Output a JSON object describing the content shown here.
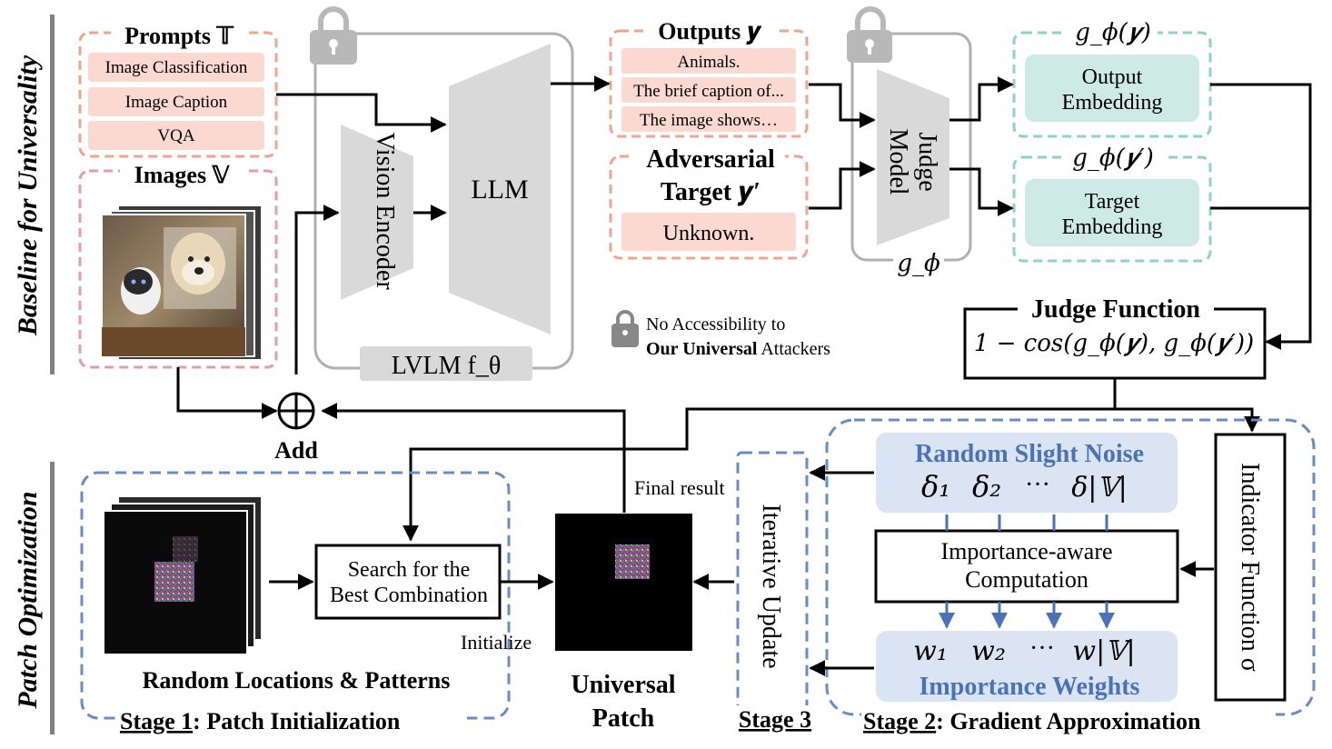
{
  "side_labels": {
    "top": "Baseline for Universality",
    "bottom": "Patch Optimization"
  },
  "prompts": {
    "title": "Prompts 𝕋",
    "items": [
      "Image Classification",
      "Image Caption",
      "VQA"
    ]
  },
  "images": {
    "title": "Images 𝕍"
  },
  "lvlm": {
    "vision_encoder": "Vision Encoder",
    "llm": "LLM",
    "label": "LVLM f_θ"
  },
  "outputs": {
    "title": "Outputs 𝒚",
    "items": [
      "Animals.",
      "The brief caption of...",
      "The image shows…"
    ]
  },
  "adversarial": {
    "title_line1": "Adversarial",
    "title_line2": "Target 𝒚′",
    "item": "Unknown."
  },
  "judge_model": {
    "label_line1": "Judge",
    "label_line2": "Model",
    "g_phi": "g_ϕ"
  },
  "output_embedding": {
    "title": "g_ϕ(𝒚)",
    "line1": "Output",
    "line2": "Embedding"
  },
  "target_embedding": {
    "title": "g_ϕ(𝒚′)",
    "line1": "Target",
    "line2": "Embedding"
  },
  "judge_function": {
    "title": "Judge Function",
    "formula": "1 − cos(g_ϕ(𝒚), g_ϕ(𝒚′))"
  },
  "no_access": {
    "line1": "No Accessibility to",
    "line2_bold": "Our Universal",
    "line2_rest": " Attackers"
  },
  "add": {
    "label": "Add",
    "symbol": "⊕"
  },
  "stage1": {
    "caption": "Random Locations & Patterns",
    "search_line1": "Search for the",
    "search_line2": "Best Combination",
    "title_underlined": "Stage 1",
    "title_rest": ": Patch Initialization"
  },
  "universal_patch": {
    "line1": "Universal",
    "line2": "Patch",
    "final_result": "Final result",
    "initialize": "Initialize"
  },
  "stage3": {
    "label": "Iterative Update",
    "title_underlined": "Stage 3"
  },
  "stage2": {
    "noise_title": "Random Slight Noise",
    "deltas": [
      "δ₁",
      "δ₂",
      "···",
      "δ|𝕍|"
    ],
    "computation_line1": "Importance-aware",
    "computation_line2": "Computation",
    "weights": [
      "w₁",
      "w₂",
      "···",
      "w|𝕍|"
    ],
    "weights_title": "Importance Weights",
    "indicator": "Indicator Function σ",
    "title_underlined": "Stage 2",
    "title_rest": ": Gradient Approximation"
  },
  "colors": {
    "pink_dash": "#f2a58e",
    "pink_fill": "#fbd8d0",
    "teal_dash": "#8fd3c7",
    "teal_fill": "#cdeae4",
    "blue_dash": "#6a8cc4",
    "blue_fill": "#dbe4f3",
    "blue_text": "#4a72b8",
    "gray": "#d9d9d9"
  }
}
